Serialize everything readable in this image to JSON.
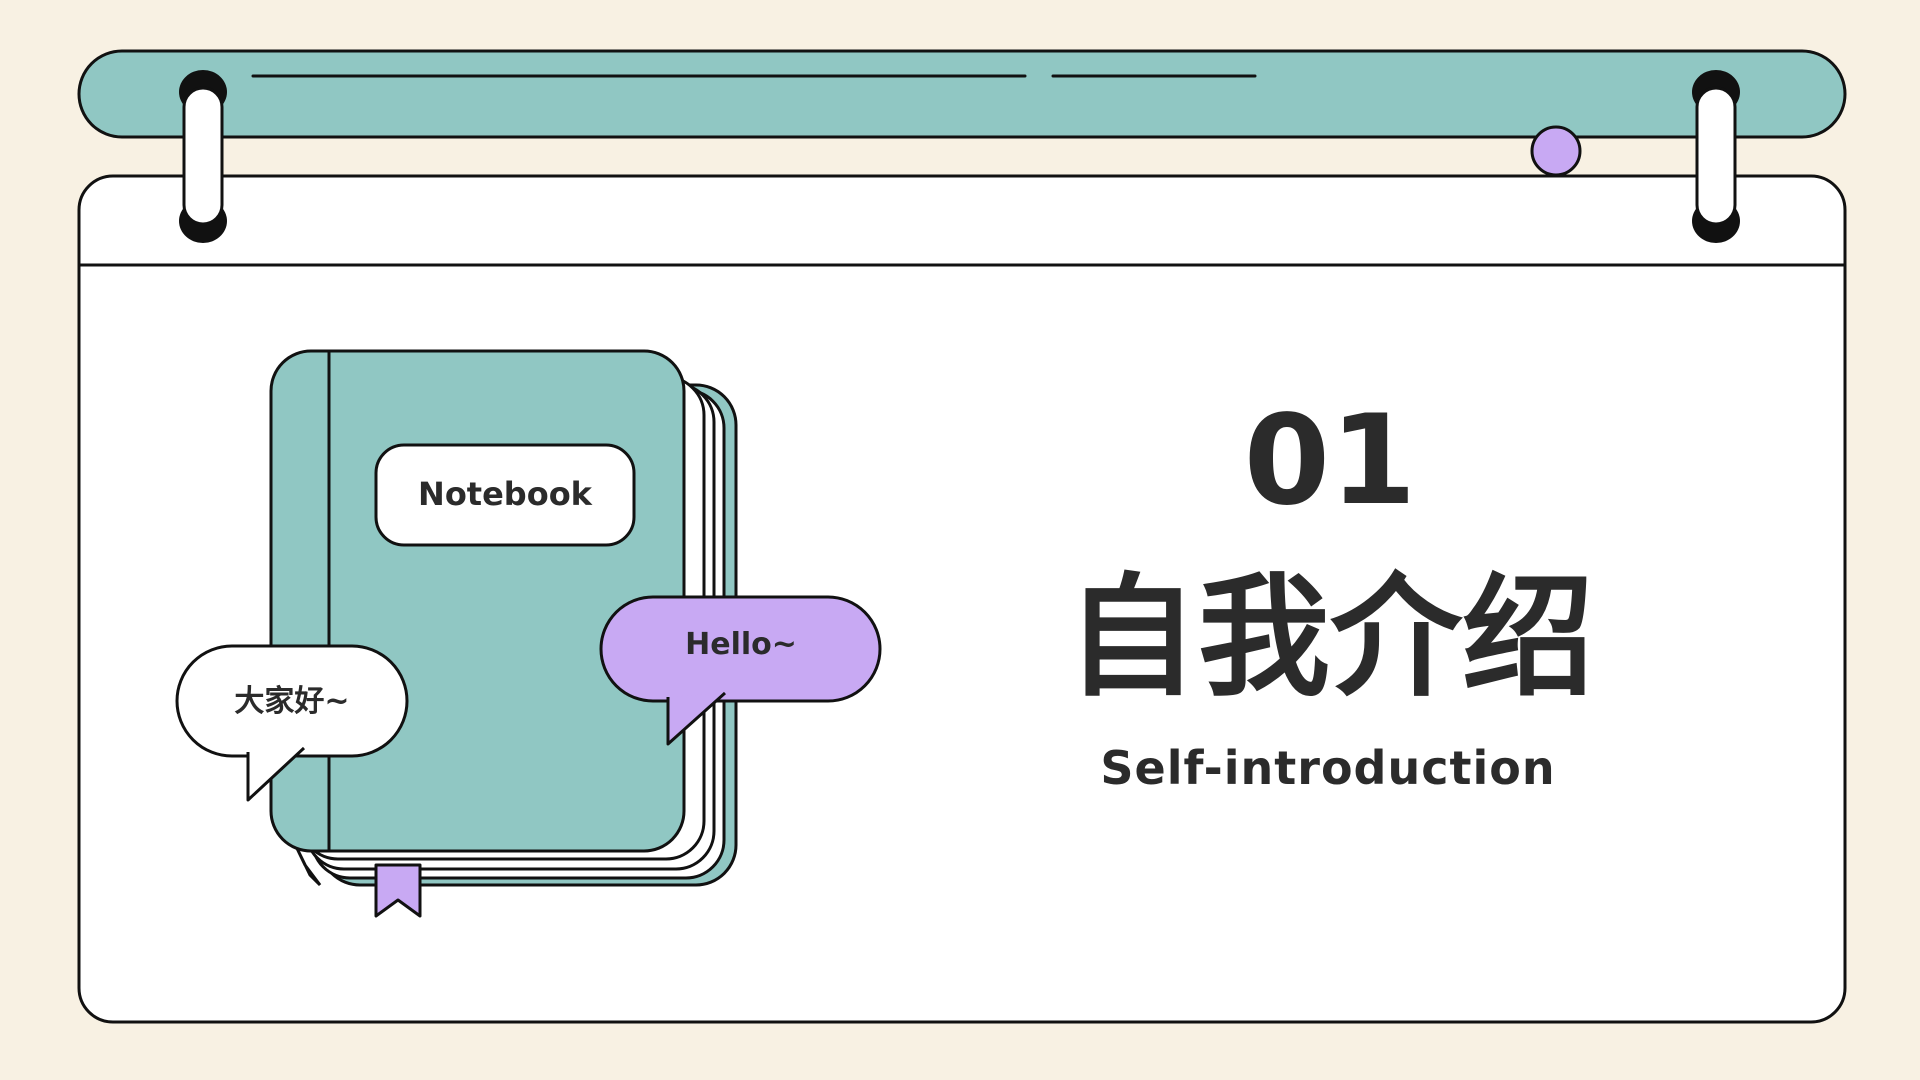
{
  "slide": {
    "number": "01",
    "title": "自我介绍",
    "subtitle": "Self-introduction"
  },
  "illustration": {
    "notebook_label": "Notebook",
    "bubble_left": "大家好~",
    "bubble_right": "Hello~"
  },
  "colors": {
    "background": "#F8F1E3",
    "teal": "#90C7C3",
    "purple": "#C8A9F3",
    "ink": "#2B2B2B",
    "white": "#FFFFFF"
  },
  "icons": {
    "binder_rings": "binder-ring-icon",
    "purple_dot": "dot-icon",
    "bookmark": "bookmark-icon"
  }
}
